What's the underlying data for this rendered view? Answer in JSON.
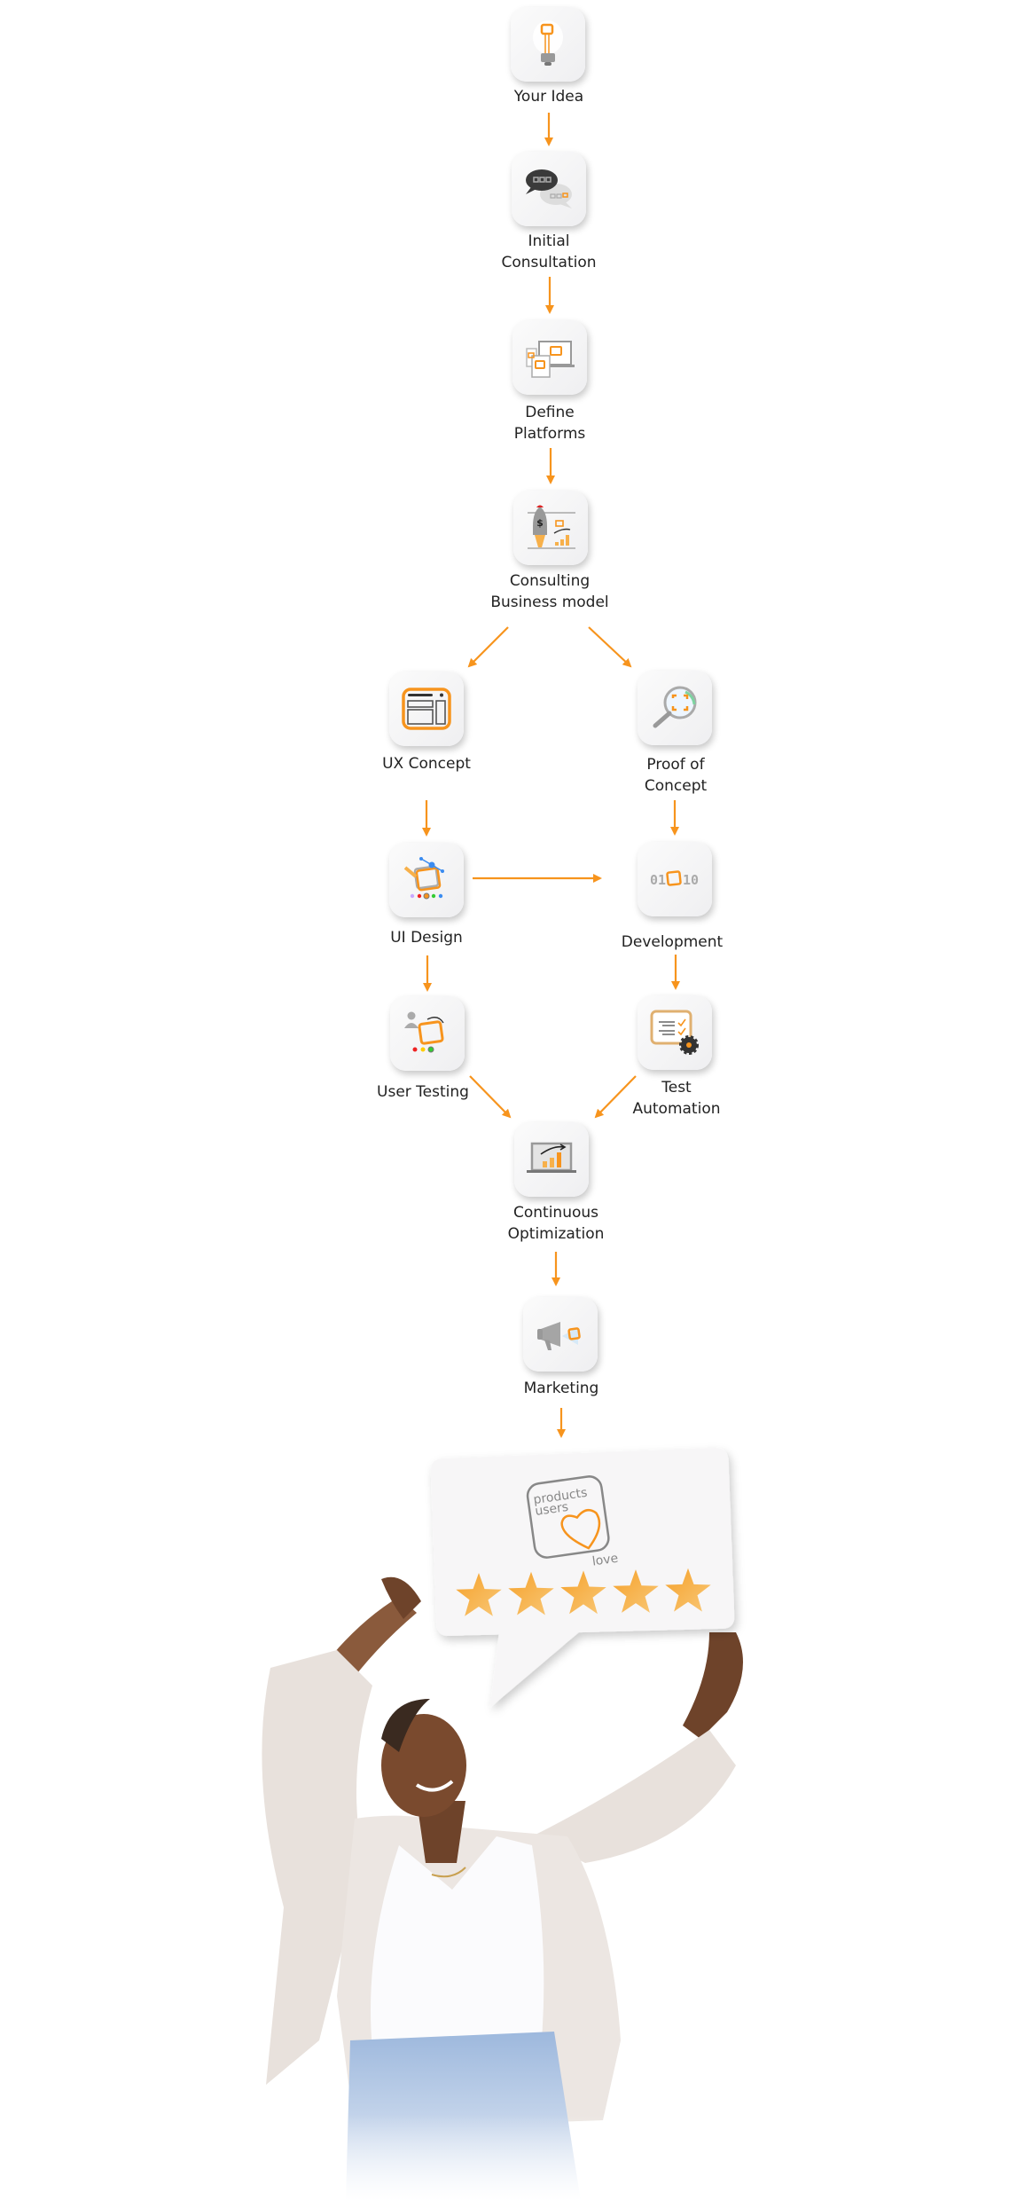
{
  "steps": {
    "your_idea": {
      "label": "Your Idea",
      "icon": "lightbulb-icon"
    },
    "initial_consultation": {
      "line1": "Initial",
      "line2": "Consultation",
      "icon": "chat-bubbles-icon"
    },
    "define_platforms": {
      "line1": "Define",
      "line2": "Platforms",
      "icon": "devices-icon"
    },
    "consulting_business_model": {
      "line1": "Consulting",
      "line2": "Business model",
      "icon": "rocket-chart-icon"
    },
    "ux_concept": {
      "label": "UX Concept",
      "icon": "layout-icon"
    },
    "proof_of_concept": {
      "line1": "Proof of",
      "line2": "Concept",
      "icon": "magnifier-icon"
    },
    "ui_design": {
      "label": "UI Design",
      "icon": "design-pen-icon"
    },
    "development": {
      "label": "Development",
      "icon": "binary-code-icon",
      "code_left": "01",
      "code_right": "10"
    },
    "user_testing": {
      "label": "User Testing",
      "icon": "user-test-icon"
    },
    "test_automation": {
      "line1": "Test",
      "line2": "Automation",
      "icon": "checklist-gear-icon"
    },
    "continuous_optimization": {
      "line1": "Continuous",
      "line2": "Optimization",
      "icon": "laptop-chart-icon"
    },
    "marketing": {
      "label": "Marketing",
      "icon": "megaphone-icon"
    }
  },
  "sign": {
    "logo_line1": "products",
    "logo_line2": "users",
    "logo_line3": "love",
    "rating": 5,
    "rating_max": 5
  },
  "colors": {
    "accent": "#f7941d",
    "star": "#f6b042",
    "label": "#222222"
  }
}
